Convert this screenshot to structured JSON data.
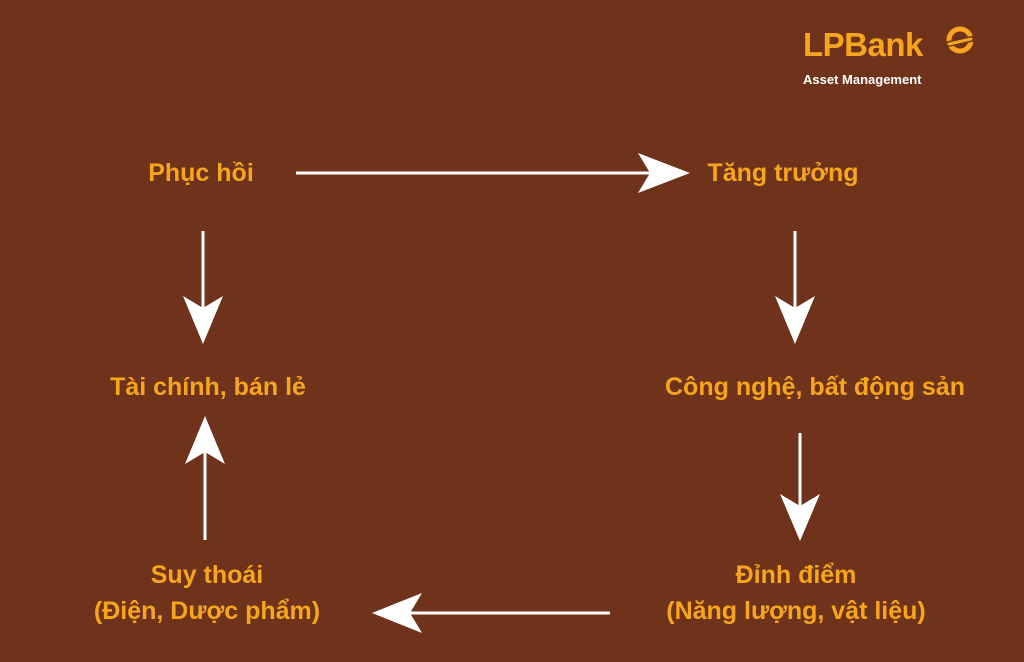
{
  "logo": {
    "name": "LPBank",
    "subtitle": "Asset Management",
    "symbol_icon": "lpbank-emblem-icon",
    "color": "#f7a51d"
  },
  "nodes": {
    "recovery": {
      "label": "Phục hồi"
    },
    "growth": {
      "label": "Tăng trưởng"
    },
    "recovery_sectors": {
      "label": "Tài chính, bán lẻ"
    },
    "growth_sectors": {
      "label": "Công nghệ, bất động sản"
    },
    "peak": {
      "label": "Đỉnh điểm",
      "sectors": "(Năng lượng, vật liệu)"
    },
    "recession": {
      "label": "Suy thoái",
      "sectors": "(Điện, Dược phẩm)"
    }
  },
  "colors": {
    "background": "#6f331b",
    "label": "#f7a51d",
    "arrow": "#ffffff"
  }
}
